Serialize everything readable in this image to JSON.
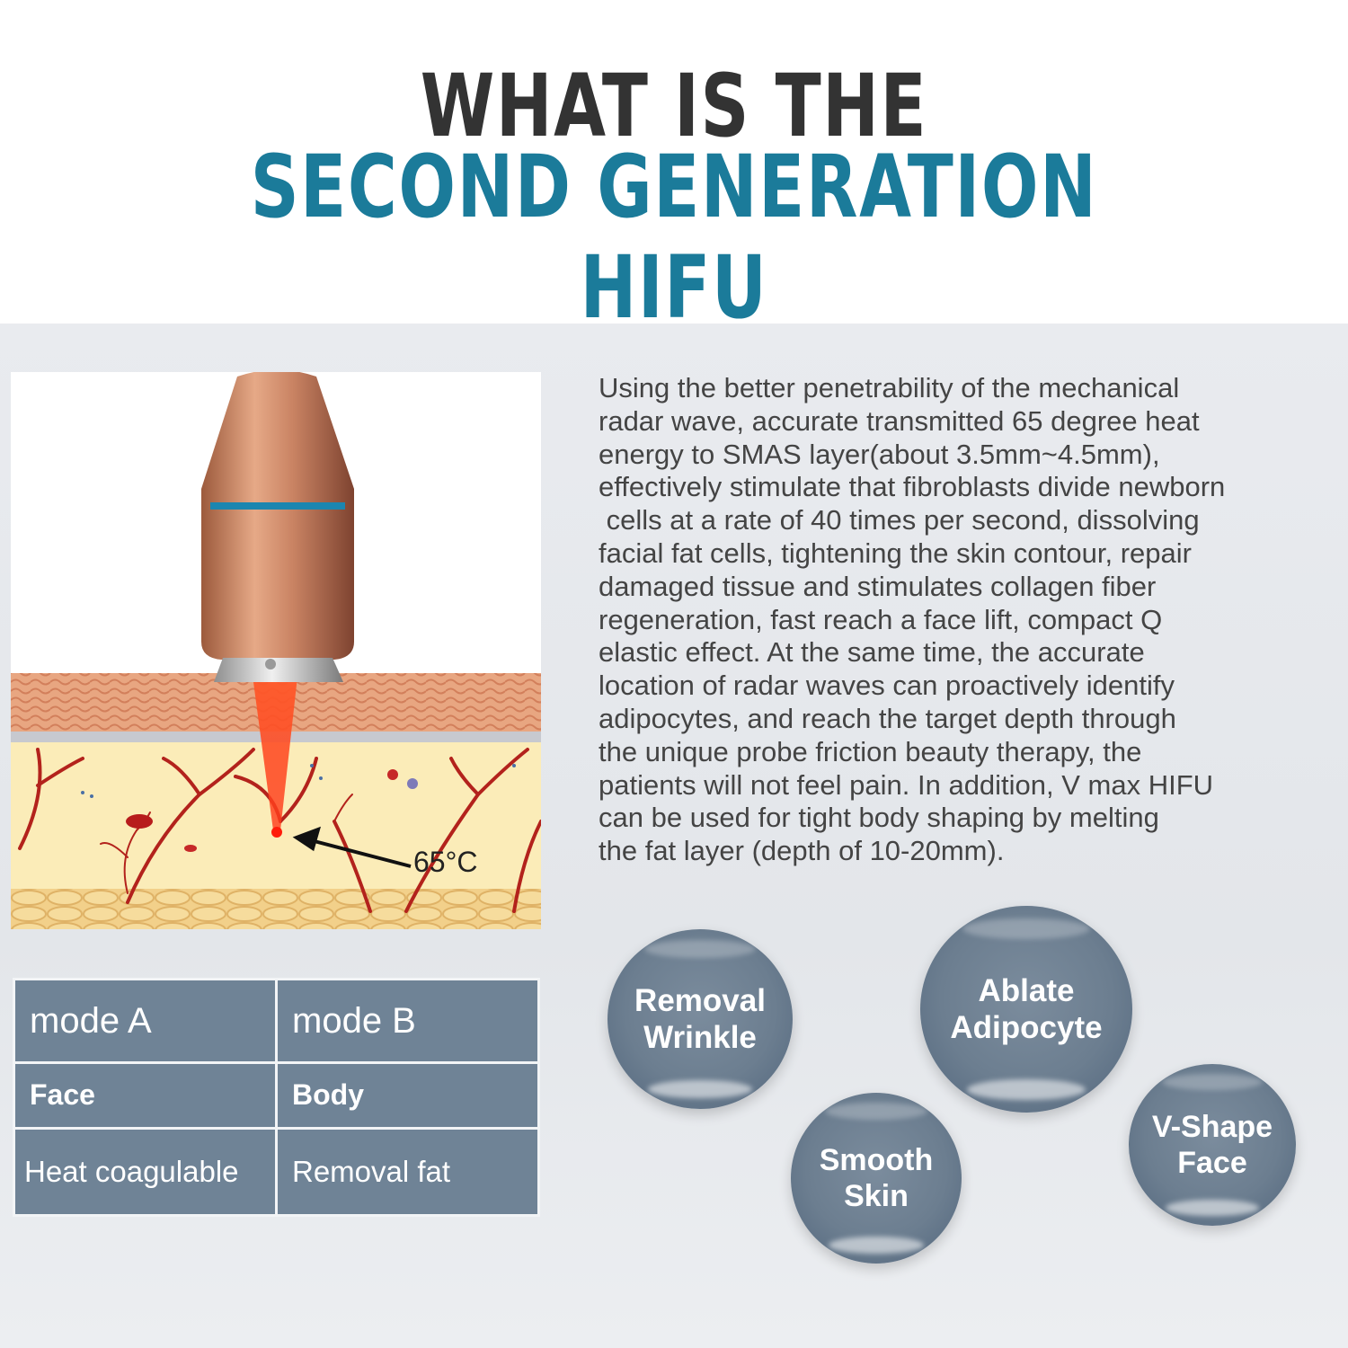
{
  "header": {
    "title_line1": "WHAT IS THE",
    "title_line2": "SECOND GENERATION HIFU"
  },
  "illustration": {
    "temperature_label": "65°C"
  },
  "description": "Using the better penetrability of the mechanical\nradar wave, accurate transmitted 65 degree heat\nenergy to SMAS layer(about 3.5mm~4.5mm),\neffectively stimulate that fibroblasts divide newborn\n cells at a rate of 40 times per second, dissolving\nfacial fat cells, tightening the skin contour, repair\ndamaged tissue and stimulates collagen fiber\nregeneration, fast reach a face lift, compact Q\nelastic effect. At the same time, the accurate\nlocation of radar waves can proactively identify\nadipocytes, and reach the target depth through\nthe unique probe friction beauty therapy, the\npatients will not feel pain. In addition, V max HIFU\ncan be used for tight body shaping by melting\nthe fat layer (depth of 10-20mm).",
  "modes": {
    "rows": [
      [
        "mode A",
        "mode B"
      ],
      [
        "Face",
        "Body"
      ],
      [
        "Heat coagulable",
        "Removal fat"
      ]
    ]
  },
  "benefits": [
    "Removal\nWrinkle",
    "Ablate\nAdipocyte",
    "Smooth\nSkin",
    "V-Shape\nFace"
  ],
  "colors": {
    "title_dark": "#333333",
    "title_accent": "#1b7b9a",
    "table_bg": "#6f8396",
    "bubble_bg": "#6c7e90"
  }
}
